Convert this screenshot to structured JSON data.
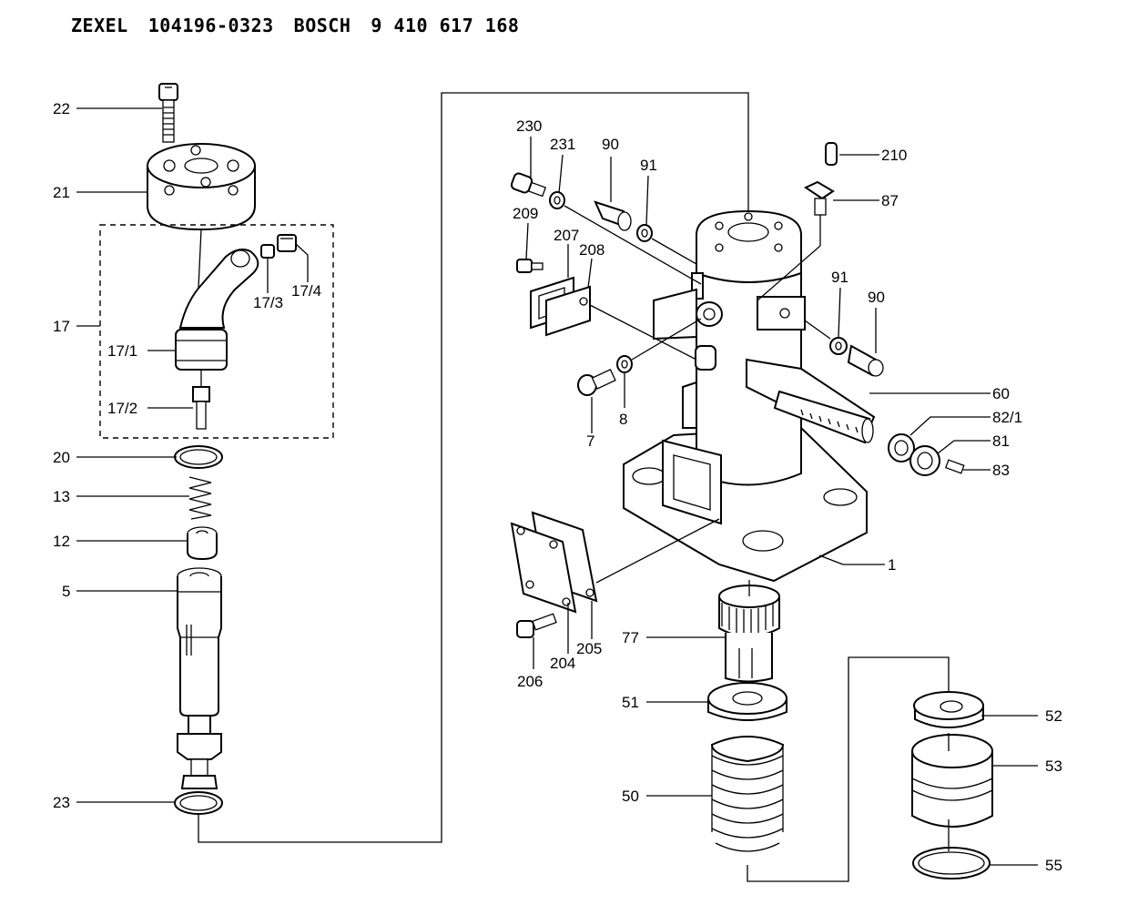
{
  "header": {
    "maker": "ZEXEL",
    "zexel_number": "104196-0323",
    "oem_brand": "BOSCH",
    "oem_number": "9 410 617 168"
  },
  "callouts": {
    "c22": "22",
    "c21": "21",
    "c17": "17",
    "c17_1": "17/1",
    "c17_2": "17/2",
    "c17_3": "17/3",
    "c17_4": "17/4",
    "c20": "20",
    "c13": "13",
    "c12": "12",
    "c5": "5",
    "c23": "23",
    "c230": "230",
    "c231": "231",
    "c90a": "90",
    "c91a": "91",
    "c209": "209",
    "c207": "207",
    "c208": "208",
    "c210": "210",
    "c87": "87",
    "c91b": "91",
    "c90b": "90",
    "c7": "7",
    "c8": "8",
    "c60": "60",
    "c82_1": "82/1",
    "c81": "81",
    "c83": "83",
    "c1": "1",
    "c206": "206",
    "c204": "204",
    "c205": "205",
    "c77": "77",
    "c51": "51",
    "c50": "50",
    "c52": "52",
    "c53": "53",
    "c55": "55"
  }
}
